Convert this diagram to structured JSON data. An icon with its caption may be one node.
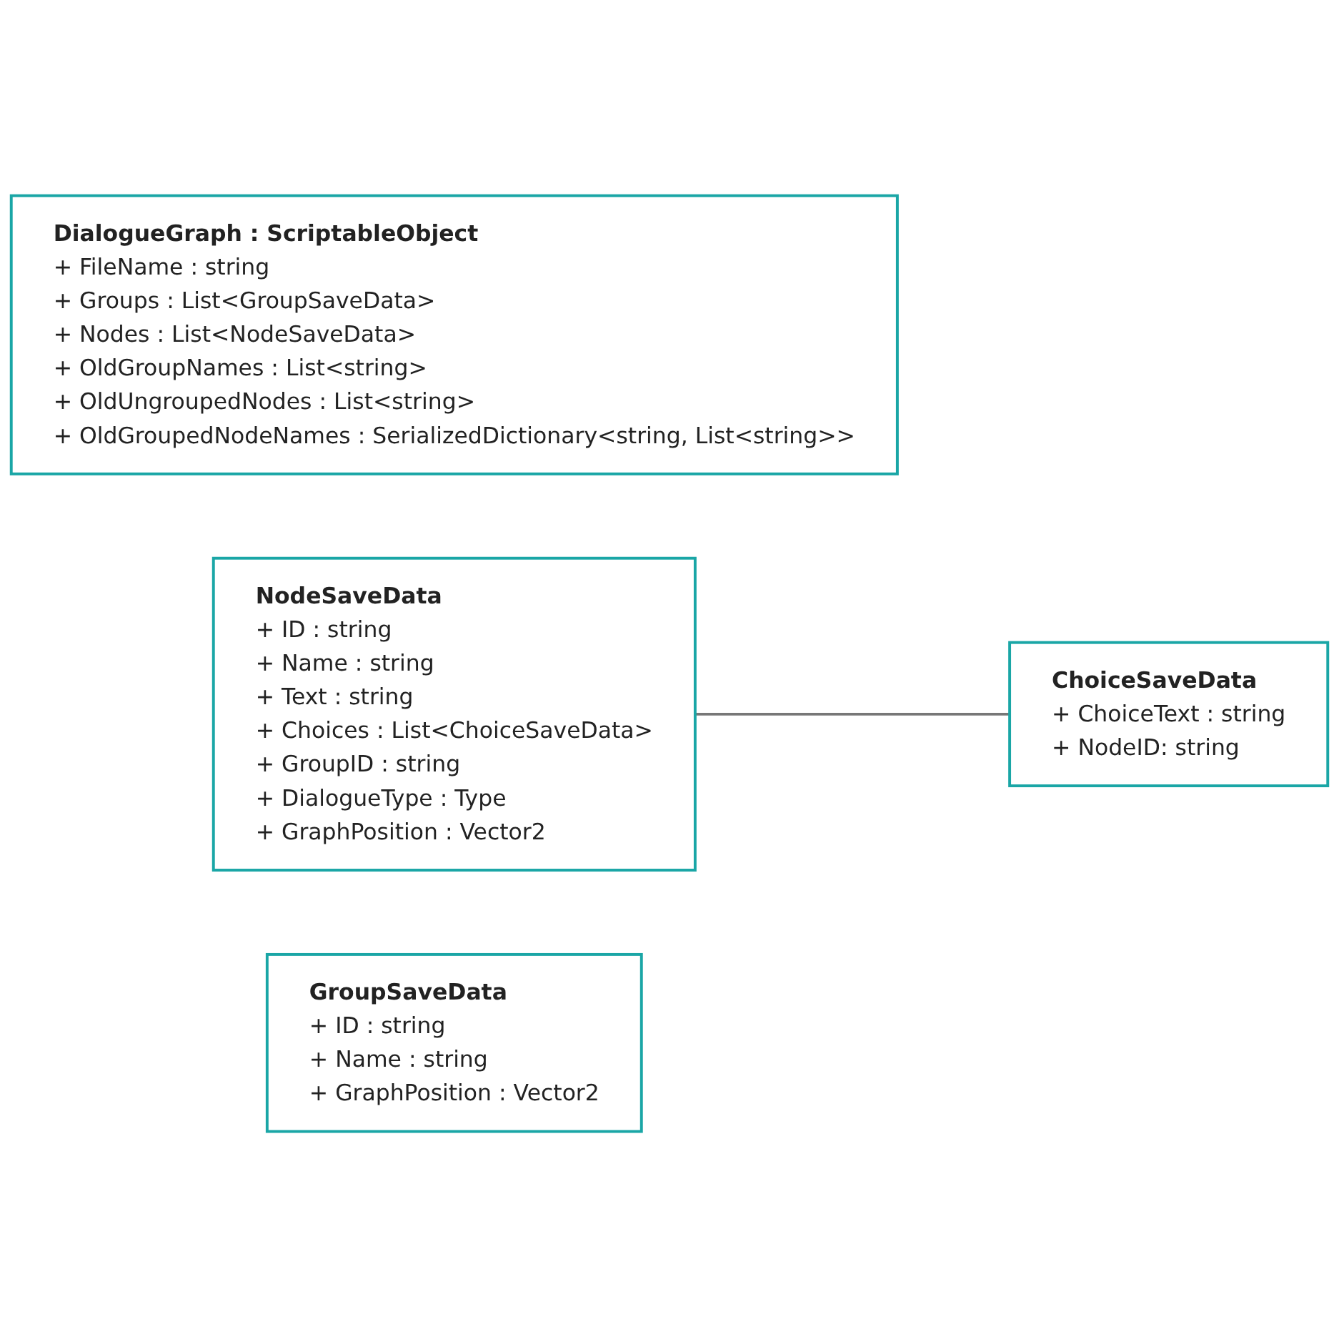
{
  "diagram": {
    "nodes": [
      {
        "text": [
          "DialogueGraph : ScriptableObject",
          "+ FileName : string",
          "+ Groups : List<GroupSaveData>",
          "+ Nodes : List<NodeSaveData>",
          "+ OldGroupNames : List<string>",
          "+ OldUngroupedNodes : List<string>",
          "+ OldGroupedNodeNames : SerializedDictionary<string, List<string>>"
        ]
      },
      {
        "text": [
          "NodeSaveData",
          "+ ID : string",
          "+ Name : string",
          "+ Text : string",
          "+ Choices : List<ChoiceSaveData>",
          "+ GroupID : string",
          "+ DialogueType : Type",
          "+ GraphPosition : Vector2"
        ]
      },
      {
        "text": [
          "GroupSaveData",
          "+ ID : string",
          "+ Name : string",
          "+ GraphPosition : Vector2"
        ]
      },
      {
        "text": [
          "ChoiceSaveData",
          "+ ChoiceText : string",
          "+ NodeID: string"
        ]
      }
    ],
    "edges": [
      {
        "from": 1,
        "to": 3,
        "arrow": "none"
      }
    ]
  }
}
